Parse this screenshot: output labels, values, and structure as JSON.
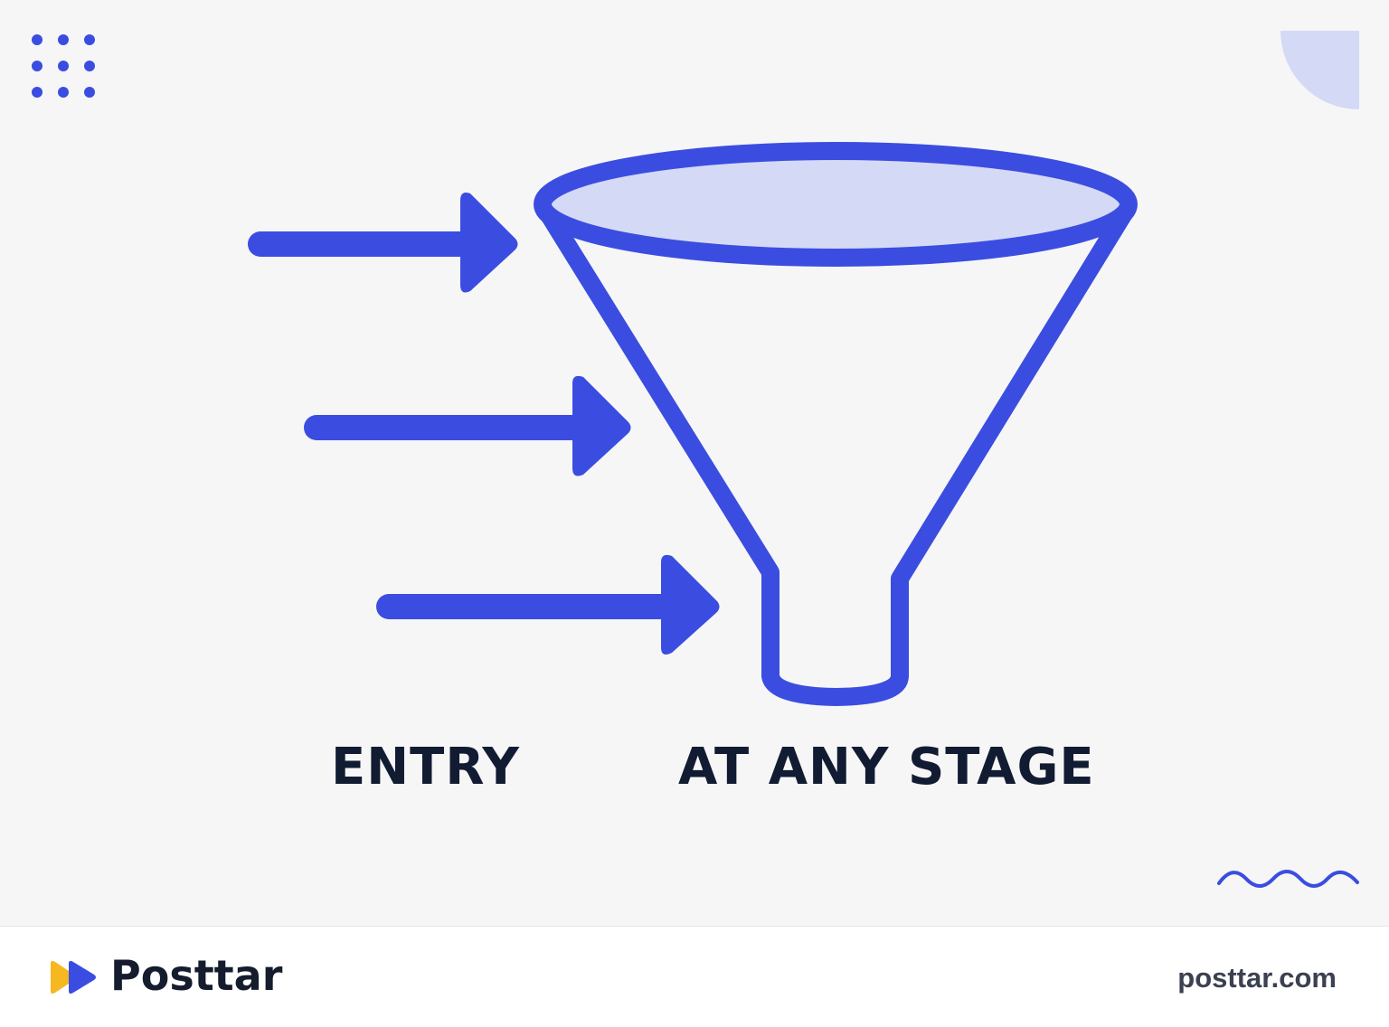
{
  "labels": {
    "entry": "ENTRY",
    "stage": "AT ANY STAGE"
  },
  "footer": {
    "brand": "Posttar",
    "website": "posttar.com"
  },
  "colors": {
    "accent": "#3b4de0",
    "accent_light": "#d4d9f6",
    "text_dark": "#111c33",
    "logo_yellow": "#f5b820",
    "logo_blue": "#3b4de0"
  },
  "icons": {
    "decor_top_left": "dot-grid-icon",
    "decor_top_right": "quarter-circle-icon",
    "decor_bottom_right": "wave-icon",
    "logo": "play-arrows-logo-icon"
  }
}
